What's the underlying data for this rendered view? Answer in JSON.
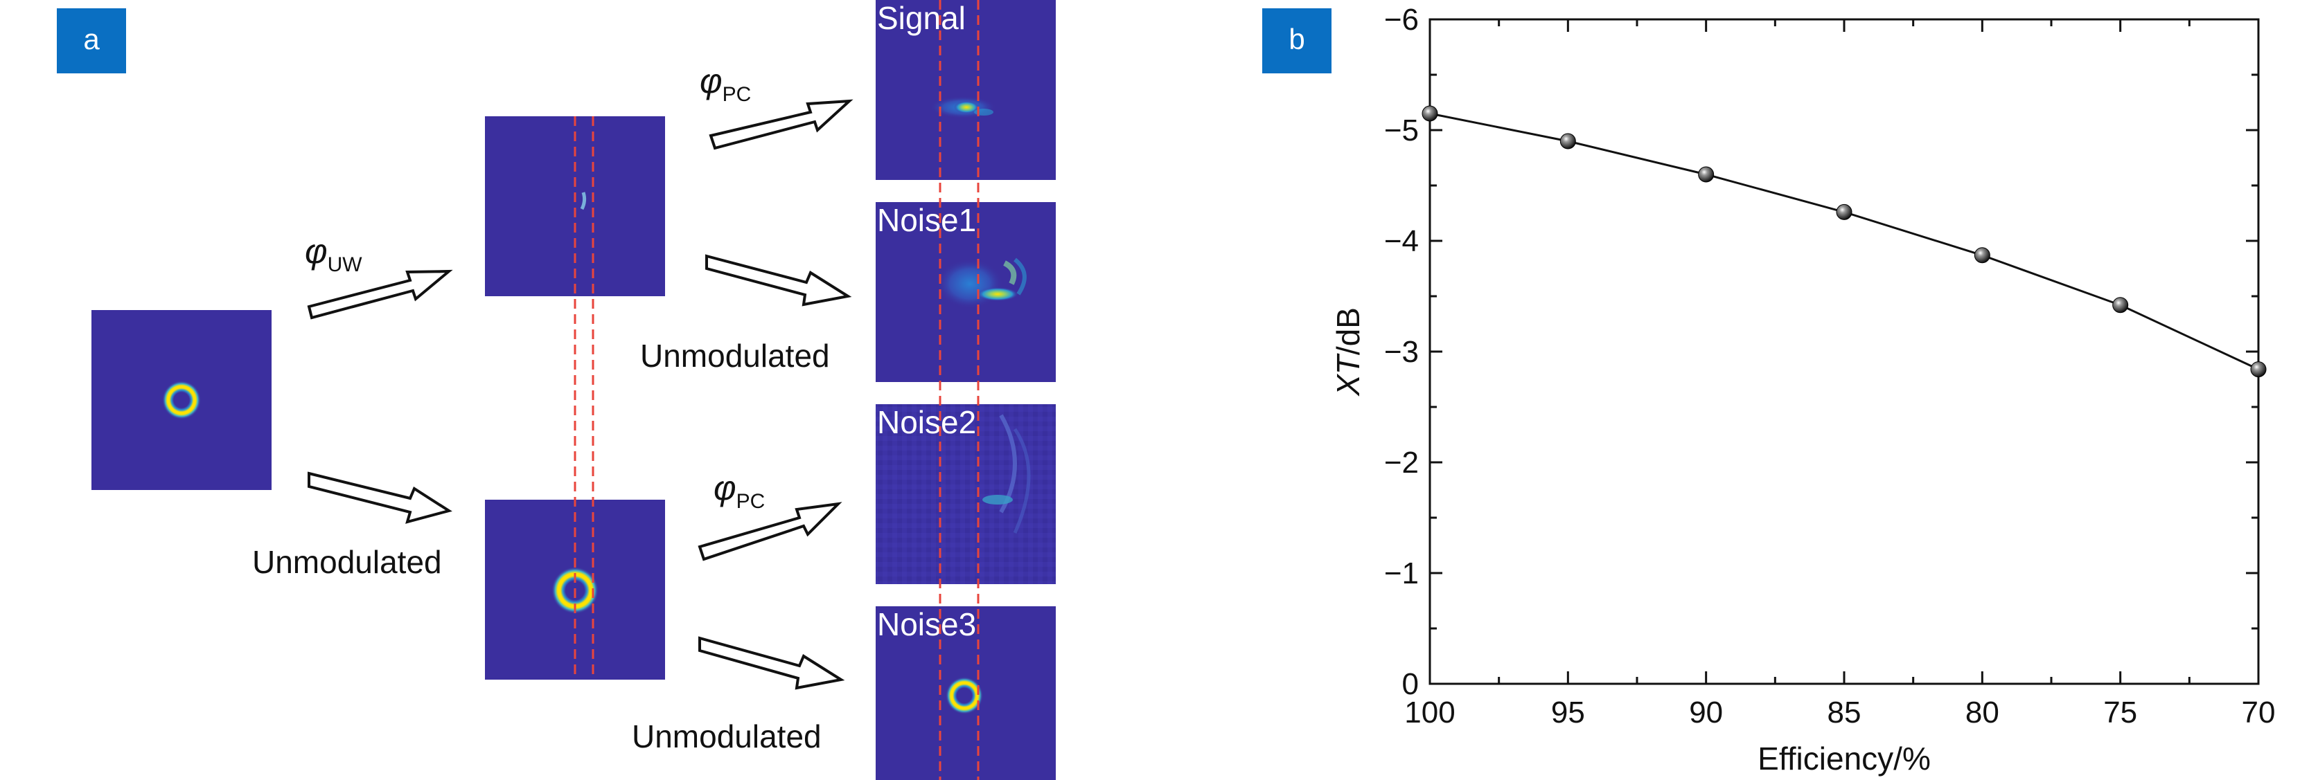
{
  "panel_a": {
    "badge": "a",
    "phi_uw": {
      "symbol": "φ",
      "subscript": "UW"
    },
    "phi_pc": {
      "symbol": "φ",
      "subscript": "PC"
    },
    "unmodulated": "Unmodulated",
    "tiles": [
      "Signal",
      "Noise1",
      "Noise2",
      "Noise3"
    ]
  },
  "panel_b": {
    "badge": "b",
    "colors": {
      "badge": "#0a6fc2",
      "field": "#3b2f9e",
      "ring": "#ffe200",
      "dashes": "#e8453c"
    }
  },
  "chart_data": {
    "type": "line",
    "xlabel_italic": "",
    "xlabel": "Efficiency/%",
    "ylabel_italic": "XT",
    "ylabel_rest": "/dB",
    "xlim": [
      100,
      70
    ],
    "ylim": [
      0,
      -6
    ],
    "x_ticks": [
      "100",
      "95",
      "90",
      "85",
      "80",
      "75",
      "70"
    ],
    "y_ticks": [
      "0",
      "−1",
      "−2",
      "−3",
      "−4",
      "−5",
      "−6"
    ],
    "x": [
      100,
      95,
      90,
      85,
      80,
      75,
      70
    ],
    "y": [
      -5.15,
      -4.9,
      -4.6,
      -4.26,
      -3.87,
      -3.42,
      -2.84
    ],
    "grid": false,
    "marker": "sphere"
  }
}
